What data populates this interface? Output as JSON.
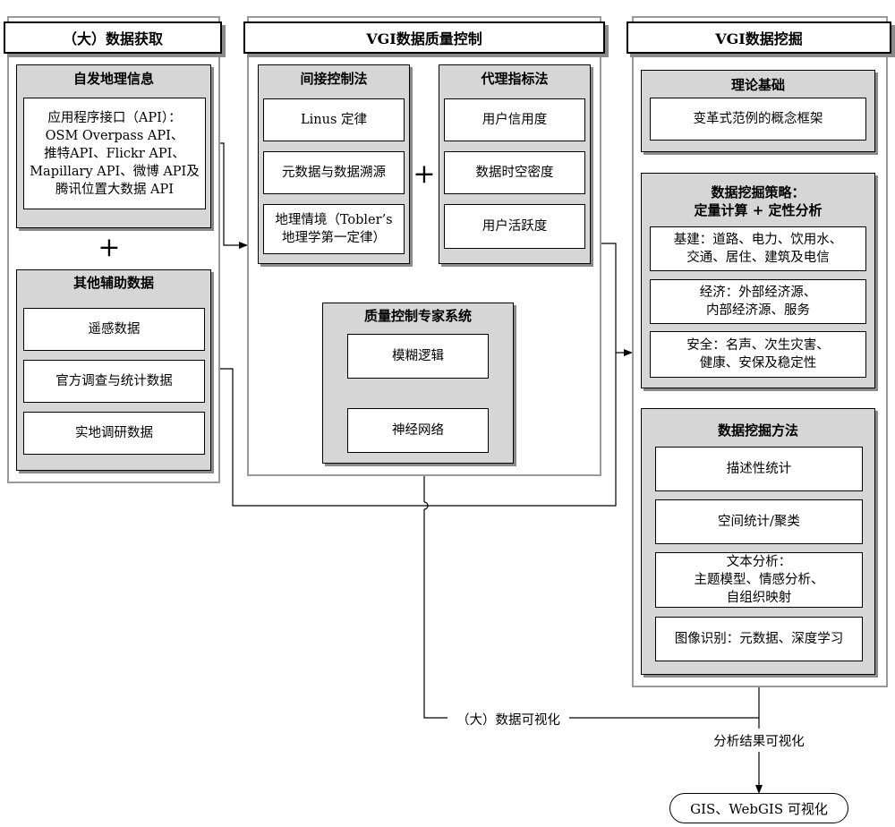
{
  "acquisition": {
    "header": "（大）数据获取",
    "vgi": {
      "title": "自发地理信息",
      "api_text": "应用程序接口（API）：\nOSM Overpass API、\n推特API、Flickr API、\nMapillary API、微博 API及\n腾讯位置大数据 API"
    },
    "plus": "+",
    "other": {
      "title": "其他辅助数据",
      "items": [
        "遥感数据",
        "官方调查与统计数据",
        "实地调研数据"
      ]
    }
  },
  "quality": {
    "header": "VGI数据质量控制",
    "indirect": {
      "title": "间接控制法",
      "items": [
        "Linus 定律",
        "元数据与数据溯源",
        "地理情境（Tobler’s\n地理学第一定律）"
      ]
    },
    "plus": "+",
    "proxy": {
      "title": "代理指标法",
      "items": [
        "用户信用度",
        "数据时空密度",
        "用户活跃度"
      ]
    },
    "expert": {
      "title": "质量控制专家系统",
      "items": [
        "模糊逻辑",
        "神经网络"
      ]
    }
  },
  "mining": {
    "header": "VGI数据挖掘",
    "theory": {
      "title": "理论基础",
      "item": "变革式范例的概念框架"
    },
    "strategy": {
      "title": "数据挖掘策略：\n定量计算 + 定性分析",
      "items": [
        "基建：道路、电力、饮用水、\n交通、居住、建筑及电信",
        "经济：外部经济源、\n内部经济源、服务",
        "安全：名声、次生灾害、\n健康、安保及稳定性"
      ]
    },
    "methods": {
      "title": "数据挖掘方法",
      "items": [
        "描述性统计",
        "空间统计/聚类",
        "文本分析：\n主题模型、情感分析、\n自组织映射",
        "图像识别：元数据、深度学习"
      ]
    }
  },
  "outputs": {
    "big_data_vis": "（大）数据可视化",
    "result_vis": "分析结果可视化",
    "final": "GIS、WebGIS 可视化"
  }
}
